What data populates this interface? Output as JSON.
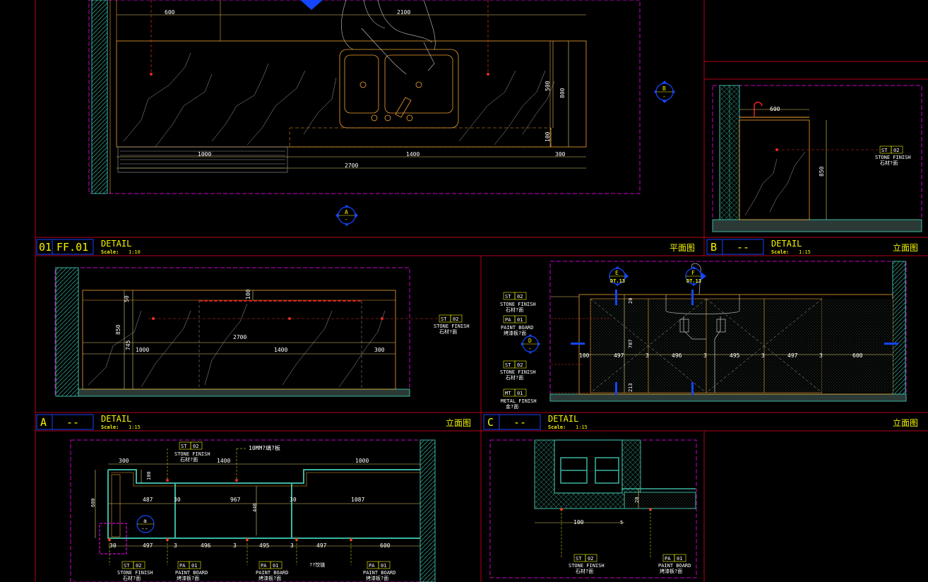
{
  "colors": {
    "frame": "#b4001e",
    "viewport": "#c800c8",
    "object": "#f0a030",
    "dim": "#e8d070",
    "leader": "#f5f500",
    "marker": "#1446ff",
    "wall": "#3cb4a0",
    "tag": "#f5f500",
    "text": "#ffffff"
  },
  "title_bars": [
    {
      "id": "plan",
      "num": "01",
      "code": "FF.01",
      "title": "DETAIL",
      "scale_label": "Scale:",
      "scale": "1:10",
      "view": "平面图"
    },
    {
      "id": "elev-b",
      "num": "B",
      "code": "--",
      "title": "DETAIL",
      "scale_label": "Scale:",
      "scale": "1:15",
      "view": "立面图"
    },
    {
      "id": "elev-a",
      "num": "A",
      "code": "--",
      "title": "DETAIL",
      "scale_label": "Scale:",
      "scale": "1:15",
      "view": "立面图"
    },
    {
      "id": "elev-c",
      "num": "C",
      "code": "--",
      "title": "DETAIL",
      "scale_label": "Scale:",
      "scale": "1:15",
      "view": "立面图"
    }
  ],
  "markers": [
    {
      "id": "A",
      "letter": "A",
      "sub": "-"
    },
    {
      "id": "B",
      "letter": "B",
      "sub": "-"
    },
    {
      "id": "D",
      "letter": "D",
      "sub": "-"
    },
    {
      "id": "E",
      "letter": "E",
      "sub": "DT.13"
    },
    {
      "id": "F",
      "letter": "F",
      "sub": "DT.13"
    },
    {
      "id": "a",
      "letter": "a",
      "sub": "--"
    }
  ],
  "plan_dims": {
    "d600": "600",
    "d2100": "2100",
    "d500": "500",
    "d800": "800",
    "d100": "100",
    "d1000": "1000",
    "d1400": "1400",
    "d300": "300",
    "d2700": "2700"
  },
  "elev_b_dims": {
    "d600": "600",
    "d850": "850"
  },
  "elev_a_dims": {
    "d100": "100",
    "d50": "50",
    "d850": "850",
    "d745": "745",
    "d2700": "2700",
    "d1000": "1000",
    "d1400": "1400",
    "d300": "300"
  },
  "elev_c_dims": {
    "d20": "20",
    "d787": "787",
    "d213": "213",
    "d100": "100",
    "d497a": "497",
    "d3a": "3",
    "d496": "496",
    "d3b": "3",
    "d495": "495",
    "d3c": "3",
    "d497b": "497",
    "d3d": "3",
    "d600": "600"
  },
  "section_dims": {
    "d300": "300",
    "d1400": "1400",
    "d1000": "1000",
    "d100": "100",
    "d600": "600",
    "d487": "487",
    "d30a": "30",
    "d967": "967",
    "d30b": "30",
    "d1087": "1087",
    "d440": "440",
    "d30c": "30",
    "d3a": "3",
    "d497a": "497",
    "d496": "496",
    "d3b": "3",
    "d495": "495",
    "d3c": "3",
    "d497b": "497",
    "d600b": "600"
  },
  "detail_dims": {
    "d100": "100",
    "d5": "5",
    "d20": "20"
  },
  "tags": [
    {
      "id": "b-st",
      "code": "ST",
      "num": "02",
      "line1": "STONE FINISH",
      "line2": "石材?面"
    },
    {
      "id": "a-st",
      "code": "ST",
      "num": "02",
      "line1": "STONE FINISH",
      "line2": "石材?面"
    },
    {
      "id": "c-st1",
      "code": "ST",
      "num": "02",
      "line1": "STONE FINISH",
      "line2": "石材?面"
    },
    {
      "id": "c-pa",
      "code": "PA",
      "num": "01",
      "line1": "PAINT BOARD",
      "line2": "烤漆板?面"
    },
    {
      "id": "c-st2",
      "code": "ST",
      "num": "02",
      "line1": "STONE FINISH",
      "line2": "石材?面"
    },
    {
      "id": "c-mt",
      "code": "MT",
      "num": "01",
      "line1": "METAL FINISH",
      "line2": "金?面"
    },
    {
      "id": "s-st1",
      "code": "ST",
      "num": "02",
      "line1": "STONE FINISH",
      "line2": "石材?面"
    },
    {
      "id": "s-st2",
      "code": "ST",
      "num": "02",
      "line1": "STONE FINISH",
      "line2": "石材?面"
    },
    {
      "id": "s-pa1",
      "code": "PA",
      "num": "01",
      "line1": "PAINT BOARD",
      "line2": "烤漆板?面"
    },
    {
      "id": "s-pa2",
      "code": "PA",
      "num": "01",
      "line1": "PAINT BOARD",
      "line2": "烤漆板?面"
    },
    {
      "id": "s-pa3",
      "code": "PA",
      "num": "01",
      "line1": "PAINT BOARD",
      "line2": "烤漆板?面"
    },
    {
      "id": "d-st",
      "code": "ST",
      "num": "02",
      "line1": "STONE FINISH",
      "line2": "石材?面"
    },
    {
      "id": "d-pa",
      "code": "PA",
      "num": "01",
      "line1": "PAINT BOARD",
      "line2": "烤漆板?面"
    }
  ],
  "notes": {
    "glass": "10MM?璃?板",
    "hinge": "??饺链"
  }
}
